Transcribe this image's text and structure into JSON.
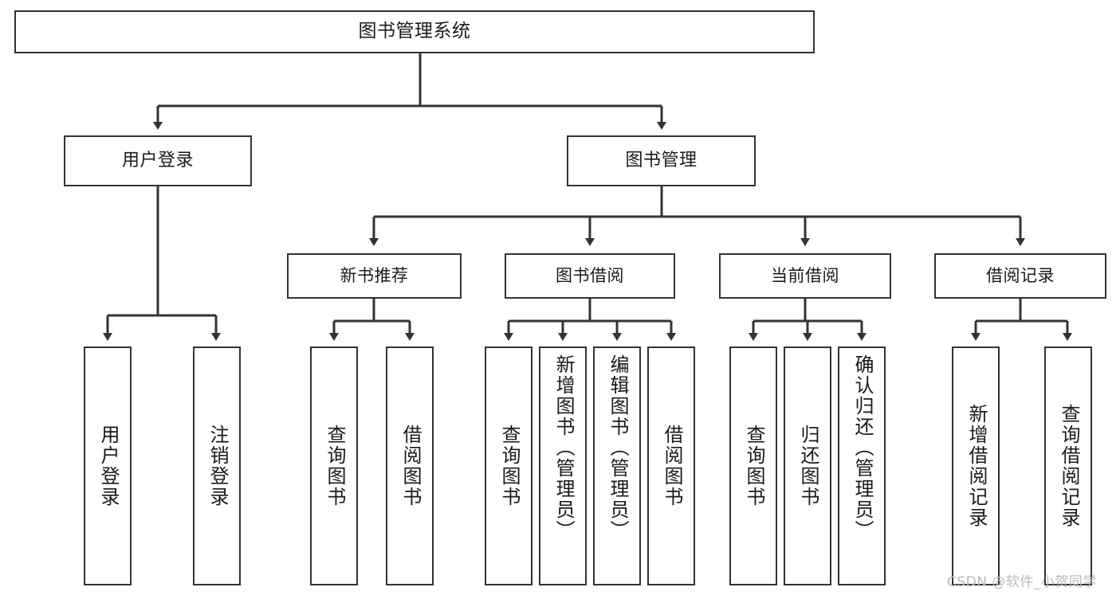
{
  "diagram": {
    "title": "图书管理系统",
    "type": "tree-hierarchy-chart",
    "edge_color": "#333333",
    "box_border_color": "#333333",
    "box_fill_color": "#ffffff",
    "background_color": "#ffffff",
    "watermark": "CSDN @软件_小贺同学"
  },
  "root": {
    "label": "图书管理系统"
  },
  "level1": [
    {
      "label": "用户登录"
    },
    {
      "label": "图书管理"
    }
  ],
  "level2": [
    {
      "label": "新书推荐"
    },
    {
      "label": "图书借阅"
    },
    {
      "label": "当前借阅"
    },
    {
      "label": "借阅记录"
    }
  ],
  "leaves": {
    "user_login": [
      {
        "label": "用户登录"
      },
      {
        "label": "注销登录"
      }
    ],
    "new_book_recommend": [
      {
        "label": "查询图书"
      },
      {
        "label": "借阅图书"
      }
    ],
    "book_borrow": [
      {
        "label": "查询图书"
      },
      {
        "label": "新增图书（管理员）"
      },
      {
        "label": "编辑图书（管理员）"
      },
      {
        "label": "借阅图书"
      }
    ],
    "current_borrow": [
      {
        "label": "查询图书"
      },
      {
        "label": "归还图书"
      },
      {
        "label": "确认归还（管理员）"
      }
    ],
    "borrow_record": [
      {
        "label": "新增借阅记录"
      },
      {
        "label": "查询借阅记录"
      }
    ]
  }
}
